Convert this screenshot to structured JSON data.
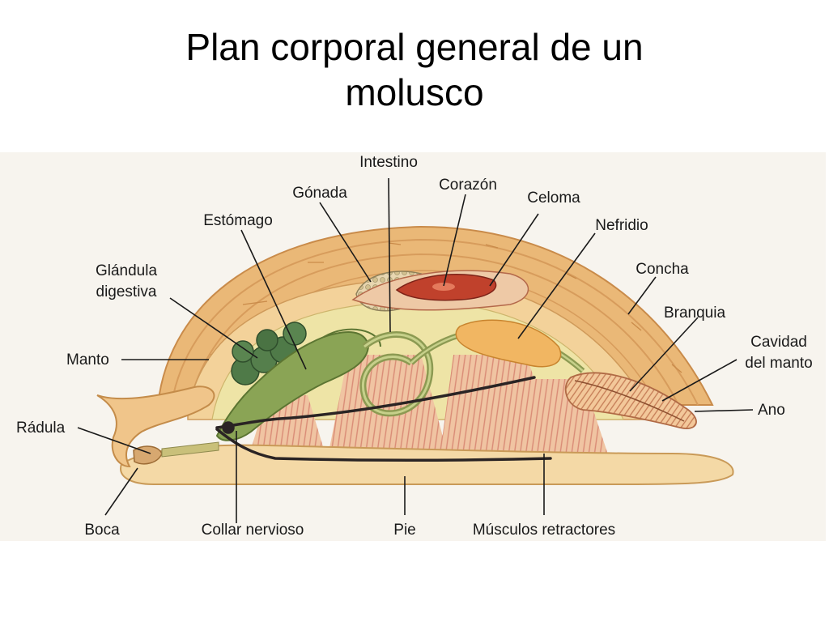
{
  "slide": {
    "title_line1": "Plan corporal general de un",
    "title_line2": "molusco"
  },
  "diagram": {
    "labels": {
      "intestino": "Intestino",
      "corazon": "Corazón",
      "gonada": "Gónada",
      "celoma": "Celoma",
      "estomago": "Estómago",
      "nefridio": "Nefridio",
      "glandula_1": "Glándula",
      "glandula_2": "digestiva",
      "concha": "Concha",
      "branquia": "Branquia",
      "manto": "Manto",
      "cavidad_1": "Cavidad",
      "cavidad_2": "del manto",
      "ano": "Ano",
      "radula": "Rádula",
      "boca": "Boca",
      "collar": "Collar nervioso",
      "pie": "Pie",
      "musculos": "Músculos retractores"
    },
    "colors": {
      "shell": "#e9b070",
      "mantle": "#f2cf8e",
      "body": "#eee2a0",
      "stomach": "#8aa455",
      "gland": "#4f7a48",
      "heart": "#c0412c",
      "muscle": "#d98a75",
      "nerve": "#2a2424"
    }
  }
}
